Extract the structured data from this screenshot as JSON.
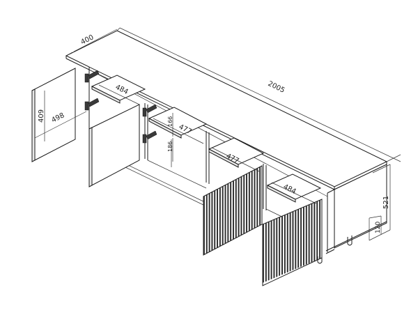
{
  "drawing": {
    "title": "TV cabinet dimension drawing",
    "units": "mm",
    "dimensions": {
      "depth": "400",
      "width": "2005",
      "left_shelf_depth": "484",
      "left_door_width": "498",
      "left_door_height": "409",
      "middle_upper_gap": "166",
      "middle_lower_gap": "186",
      "middle_shelf_a": "477",
      "middle_shelf_b": "477",
      "right_shelf_depth": "484",
      "total_height": "521",
      "leg_height": "120"
    },
    "components": {
      "plain_doors": 2,
      "slatted_doors": 2,
      "hinges": 4,
      "legs": 4
    }
  }
}
